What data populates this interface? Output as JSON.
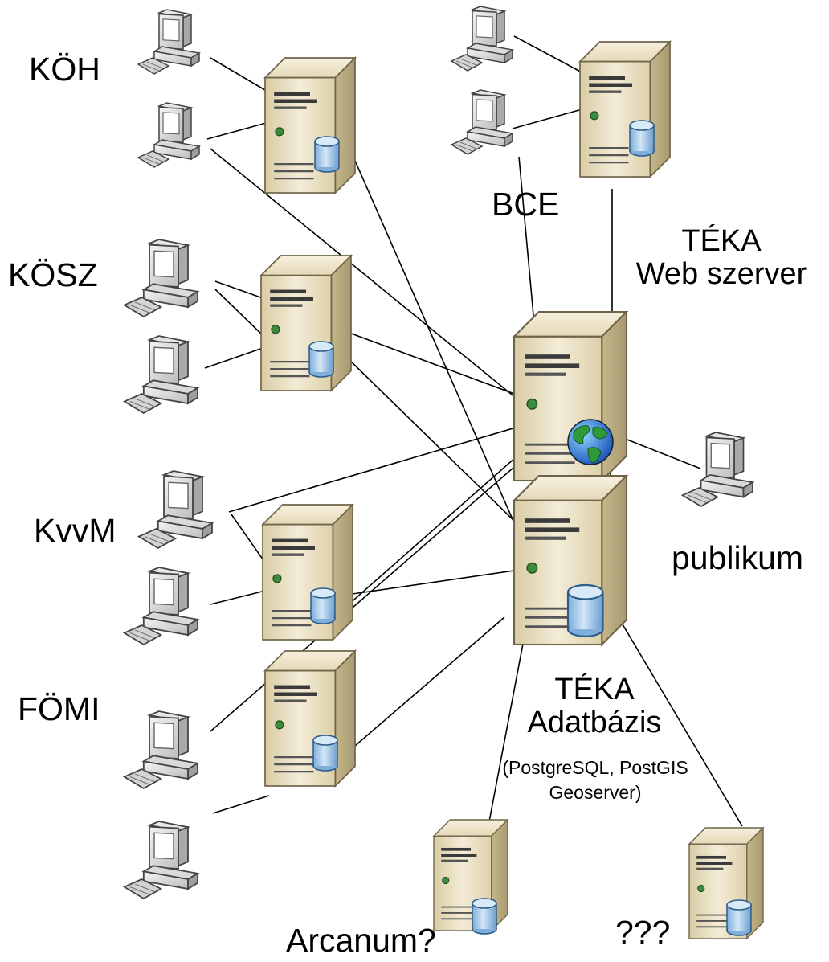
{
  "labels": {
    "koh": "KÖH",
    "kosz": "KÖSZ",
    "kvvm": "KvvM",
    "fomi": "FÖMI",
    "bce": "BCE",
    "teka_web_1": "TÉKA",
    "teka_web_2": "Web szerver",
    "publikum": "publikum",
    "teka_db_1": "TÉKA",
    "teka_db_2": "Adatbázis",
    "teka_db_3": "(PostgreSQL, PostGIS",
    "teka_db_4": "Geoserver)",
    "arcanum": "Arcanum?",
    "unknown": "???"
  },
  "icons": {
    "server": "server-tower-icon",
    "workstation": "desktop-computer-icon",
    "database": "database-cylinder-icon",
    "globe": "globe-icon"
  },
  "colors": {
    "server_body": "#EDE3C7",
    "server_shade": "#CBBE93",
    "database": "#A9CCEB",
    "line": "#000000"
  }
}
